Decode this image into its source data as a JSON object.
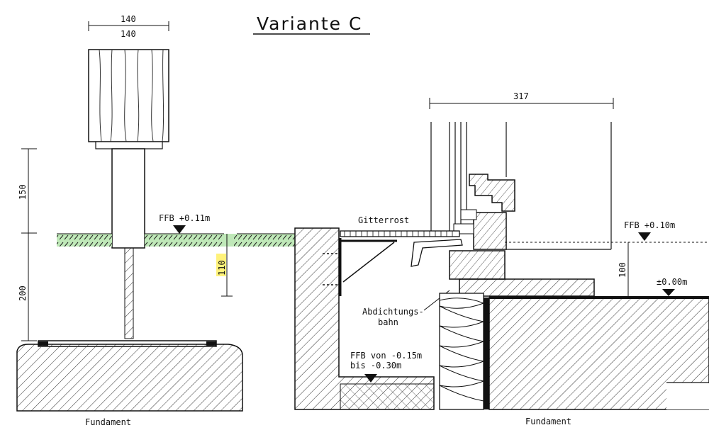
{
  "title": "Variante C",
  "dimensions": {
    "post_width_top": "140",
    "post_width_bottom": "140",
    "post_height_upper": "150",
    "post_height_lower": "200",
    "soil_depth": "110",
    "door_width": "317",
    "threshold_height": "100"
  },
  "levels": {
    "left_ffb": "FFB +0.11m",
    "right_ffb": "FFB +0.10m",
    "zero": "±0.00m",
    "pit_line1": "FFB von -0.15m",
    "pit_line2": "bis -0.30m"
  },
  "labels": {
    "grating": "Gitterrost",
    "membrane_line1": "Abdichtungs-",
    "membrane_line2": "bahn",
    "foundation_left": "Fundament",
    "foundation_right": "Fundament"
  },
  "colors": {
    "grass": "#bfe8b8",
    "highlight": "#fff27a",
    "ink": "#111111"
  }
}
